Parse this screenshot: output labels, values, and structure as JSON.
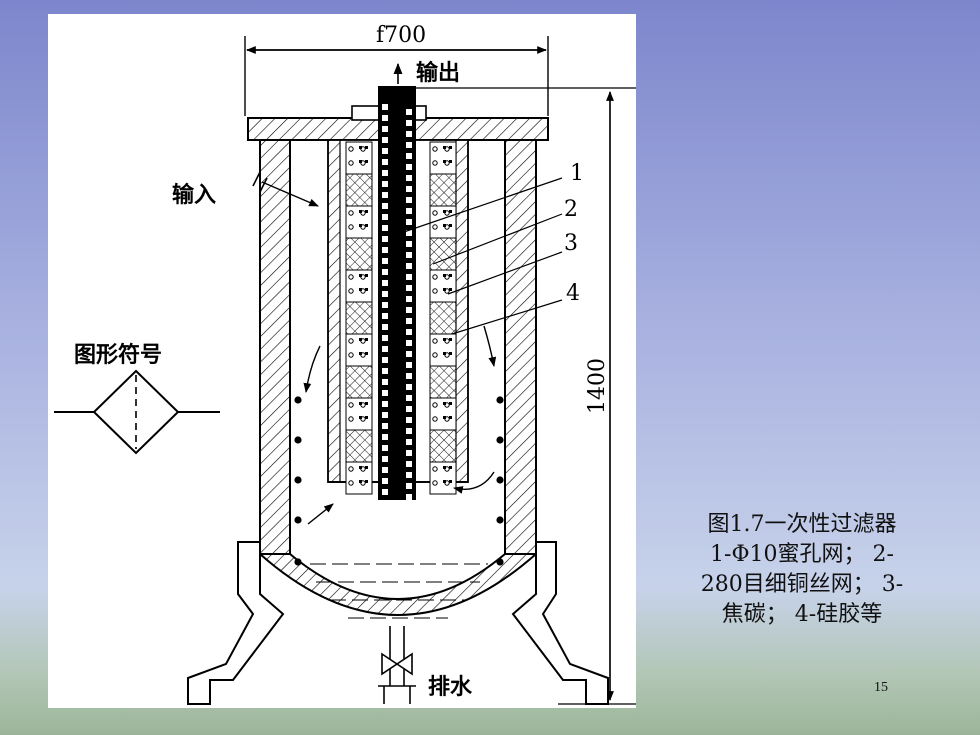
{
  "diagram": {
    "width_label": "f700",
    "height_label": "1400",
    "output_label": "输出",
    "input_label": "输入",
    "symbol_label": "图形符号",
    "drain_label": "排水",
    "part_numbers": [
      "1",
      "2",
      "3",
      "4"
    ]
  },
  "caption": {
    "lines": [
      "图1.7一次性过滤器",
      "1-Φ10蜜孔网； 2-",
      "280目细铜丝网； 3-",
      "焦碳； 4-硅胶等"
    ]
  },
  "page_number": "15"
}
